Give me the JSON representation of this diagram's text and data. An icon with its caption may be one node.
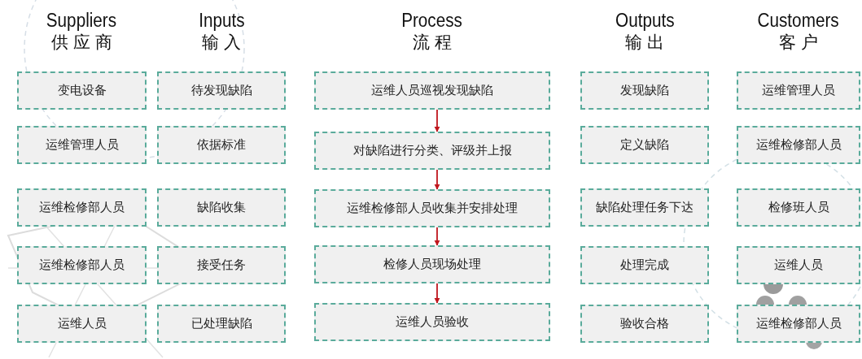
{
  "diagram": {
    "nodes": [
      {
        "text": [
          "变电设备"
        ]
      },
      {
        "text": [
          "运维管理人员"
        ]
      },
      {
        "text": [
          "运维检修部人员"
        ]
      },
      {
        "text": [
          "运维检修部人员"
        ]
      },
      {
        "text": [
          "运维人员"
        ]
      },
      {
        "text": [
          "待发现缺陷"
        ]
      },
      {
        "text": [
          "依据标准"
        ]
      },
      {
        "text": [
          "缺陷收集"
        ]
      },
      {
        "text": [
          "接受任务"
        ]
      },
      {
        "text": [
          "已处理缺陷"
        ]
      },
      {
        "text": [
          "运维人员巡视发现缺陷"
        ]
      },
      {
        "text": [
          "对缺陷进行分类、评级并上报"
        ]
      },
      {
        "text": [
          "运维检修部人员收集并安排处理"
        ]
      },
      {
        "text": [
          "检修人员现场处理"
        ]
      },
      {
        "text": [
          "运维人员验收"
        ]
      },
      {
        "text": [
          "发现缺陷"
        ]
      },
      {
        "text": [
          "定义缺陷"
        ]
      },
      {
        "text": [
          "缺陷处理任务下达"
        ]
      },
      {
        "text": [
          "处理完成"
        ]
      },
      {
        "text": [
          "验收合格"
        ]
      },
      {
        "text": [
          "运维管理人员"
        ]
      },
      {
        "text": [
          "运维检修部人员"
        ]
      },
      {
        "text": [
          "检修班人员"
        ]
      },
      {
        "text": [
          "运维人员"
        ]
      },
      {
        "text": [
          "运维检修部人员"
        ]
      }
    ],
    "edges": [
      {
        "from": 10,
        "to": 11,
        "arrow": "to"
      },
      {
        "from": 11,
        "to": 12,
        "arrow": "to"
      },
      {
        "from": 12,
        "to": 13,
        "arrow": "to"
      },
      {
        "from": 13,
        "to": 14,
        "arrow": "to"
      }
    ],
    "labels": [
      "Suppliers",
      "供应商",
      "Inputs",
      "输入",
      "Process",
      "流程",
      "Outputs",
      "输出",
      "Customers",
      "客户"
    ]
  }
}
